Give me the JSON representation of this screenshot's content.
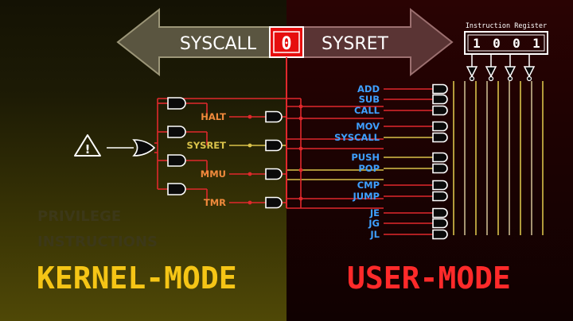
{
  "arrow": {
    "left_label": "SYSCALL",
    "mode_bit": "0",
    "right_label": "SYSRET"
  },
  "register": {
    "title": "Instruction Register",
    "bits": [
      "1",
      "0",
      "0",
      "1"
    ]
  },
  "kernel_signals": [
    "HALT",
    "SYSRET",
    "MMU",
    "TMR"
  ],
  "instructions": [
    "ADD",
    "SUB",
    "CALL",
    "MOV",
    "SYSCALL",
    "PUSH",
    "POP",
    "CMP",
    "JUMP",
    "JE",
    "JG",
    "JL"
  ],
  "warning_symbol": "!",
  "privilege_text": [
    "PRIVILEGE",
    "INSTRUCTIONS"
  ],
  "kernel_mode_label": "KERNEL-MODE",
  "user_mode_label": "USER-MODE",
  "colors": {
    "kernel_accent": "#f5c516",
    "user_accent": "#ff2a2a",
    "wire_red": "#e0282c",
    "wire_yellow": "#d9c24a",
    "instruction_blue": "#3ea0ff",
    "signal_orange": "#f08a3c"
  }
}
